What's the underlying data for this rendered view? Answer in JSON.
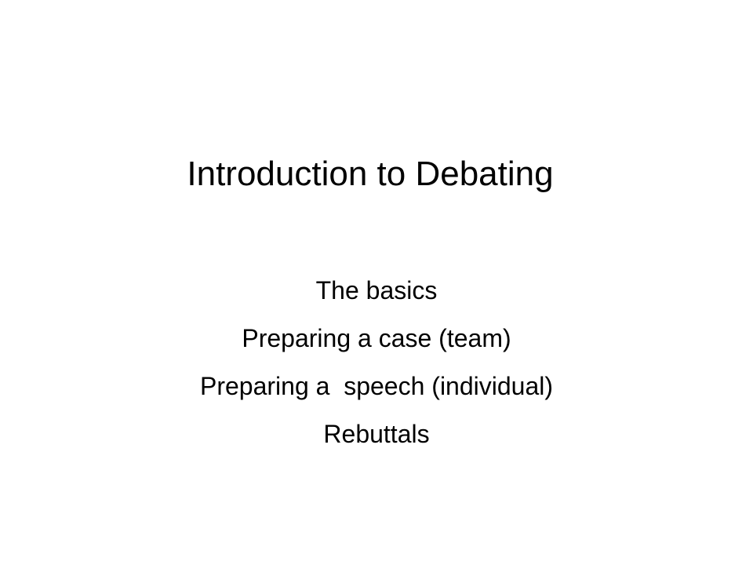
{
  "slide": {
    "title": "Introduction to Debating",
    "subtitle_lines": [
      "The basics",
      "Preparing a case (team)",
      "Preparing a  speech (individual)",
      "Rebuttals"
    ]
  }
}
